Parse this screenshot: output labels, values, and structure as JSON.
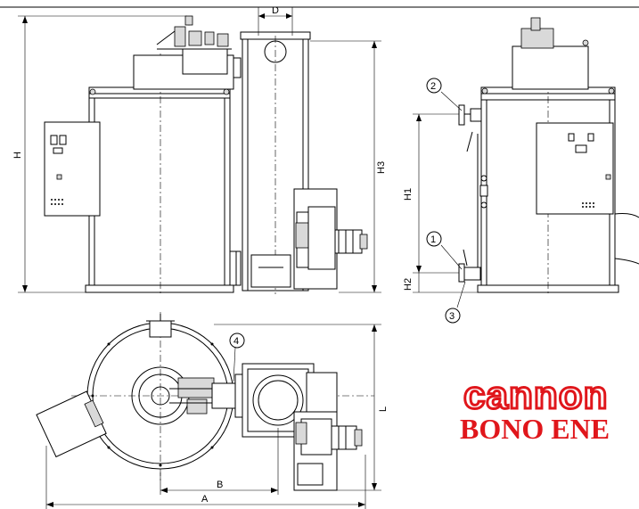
{
  "dimensions": {
    "D": "D",
    "H": "H",
    "H1": "H1",
    "H2": "H2",
    "H3": "H3",
    "L": "L",
    "A": "A",
    "B": "B"
  },
  "callouts": [
    "1",
    "2",
    "3",
    "4"
  ],
  "brand": {
    "logo_text": "cannon",
    "subtitle": "BONO ENE",
    "color": "#e0161b"
  }
}
